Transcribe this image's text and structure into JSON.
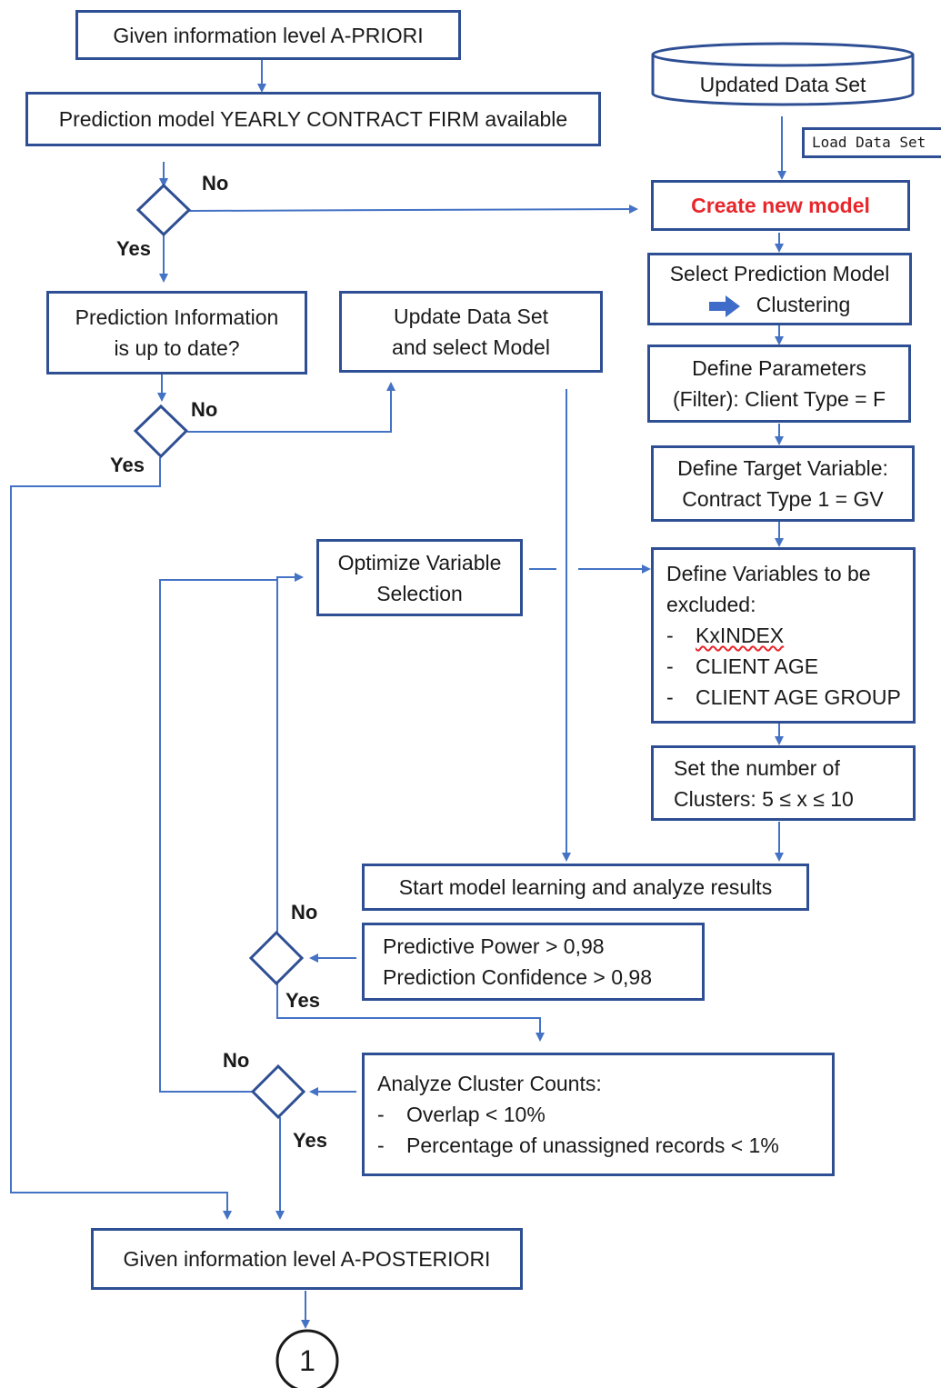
{
  "nodes": {
    "a_priori": "Given information level A-PRIORI",
    "prediction_model_available": "Prediction model YEARLY CONTRACT FIRM available",
    "updated_data_set": "Updated Data Set",
    "load_data_set": "Load Data Set",
    "create_new_model": "Create new model",
    "select_prediction_model": {
      "line1": "Select Prediction Model",
      "line2": "Clustering"
    },
    "prediction_info_up_to_date": {
      "line1": "Prediction Information",
      "line2": "is up to date?"
    },
    "update_data_set": {
      "line1": "Update Data Set",
      "line2": "and select Model"
    },
    "define_parameters": {
      "line1": "Define Parameters",
      "line2": "(Filter): Client Type = F"
    },
    "define_target_variable": {
      "line1": "Define Target Variable:",
      "line2": "Contract Type 1 = GV"
    },
    "optimize_variable_selection": {
      "line1": "Optimize Variable",
      "line2": "Selection"
    },
    "define_variables_excluded": {
      "line1": "Define Variables to be",
      "line2": "excluded:",
      "items": [
        "KxINDEX",
        "CLIENT AGE",
        "CLIENT AGE GROUP"
      ]
    },
    "set_number_clusters": {
      "line1": "Set the number of",
      "line2": "Clusters: 5 ≤ x ≤ 10"
    },
    "start_model_learning": "Start model learning and analyze results",
    "predictive_power": {
      "line1": "Predictive Power > 0,98",
      "line2": "Prediction Confidence > 0,98"
    },
    "analyze_cluster_counts": {
      "line1": "Analyze Cluster Counts:",
      "items": [
        "Overlap < 10%",
        "Percentage of unassigned records < 1%"
      ]
    },
    "a_posteriori": "Given information level A-POSTERIORI",
    "connector": "1"
  },
  "labels": {
    "d1_no": "No",
    "d1_yes": "Yes",
    "d2_no": "No",
    "d2_yes": "Yes",
    "d3_no": "No",
    "d3_yes": "Yes",
    "d4_no": "No",
    "d4_yes": "Yes"
  },
  "colors": {
    "border": "#2f4f94",
    "line": "#4472c4",
    "highlight": "#e8262b"
  },
  "icons": {
    "select_model_arrow": "right-arrow-icon"
  }
}
